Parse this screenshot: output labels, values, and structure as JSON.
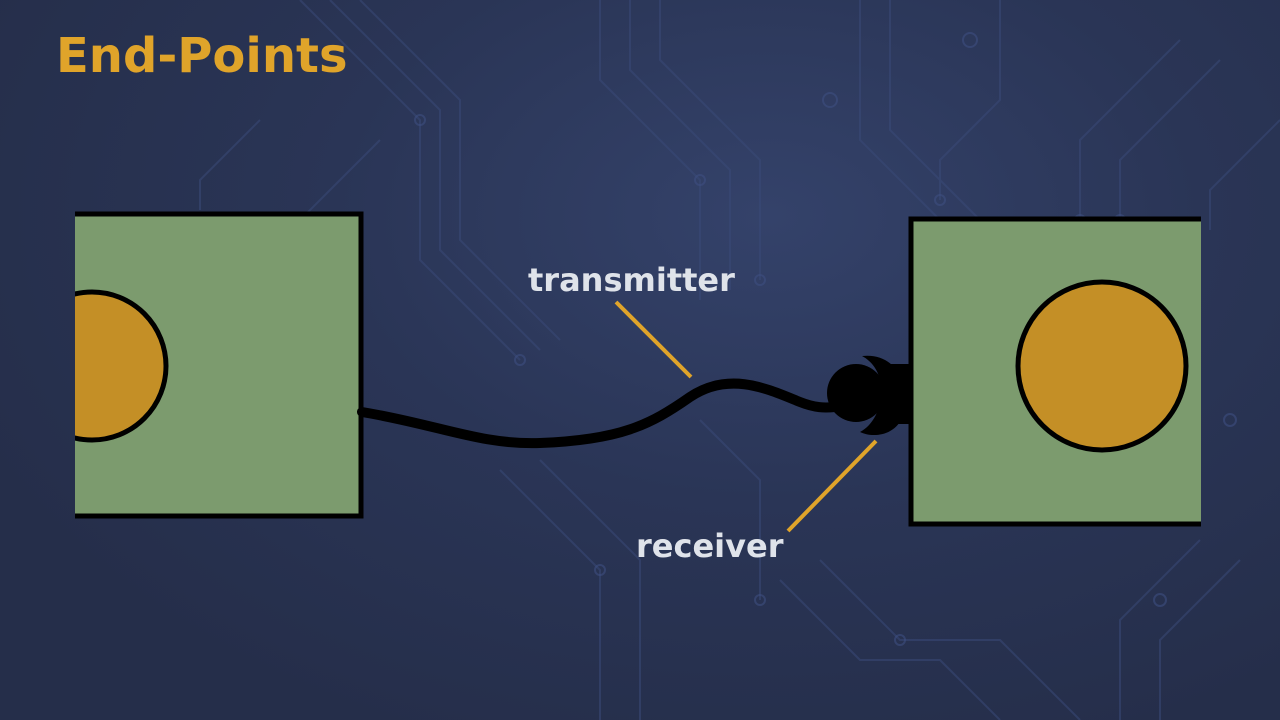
{
  "slide": {
    "title": "End-Points",
    "labels": {
      "transmitter": "transmitter",
      "receiver": "receiver"
    }
  },
  "colors": {
    "background": "#26304c",
    "title": "#e0a42a",
    "box_fill": "#7c9b6e",
    "circle_fill": "#c48f26",
    "outline": "#000000",
    "leader_line": "#e0a42a",
    "label_text": "#dfe3ea"
  }
}
